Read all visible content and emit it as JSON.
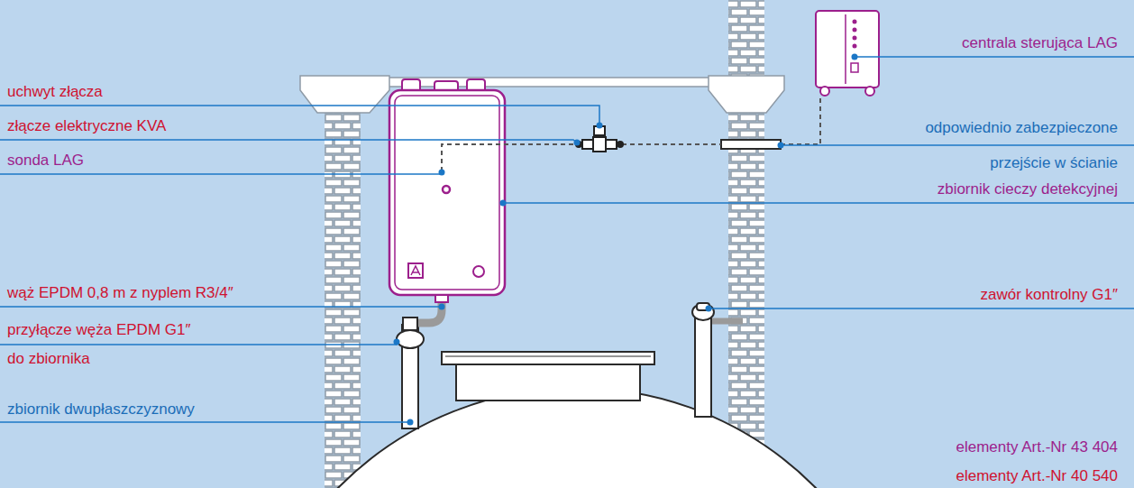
{
  "diagram": {
    "labels": [
      "uchwyt złącza",
      "złącze elektryczne KVA",
      "sonda LAG",
      "wąż EPDM 0,8 m z nyplem R3/4″",
      "przyłącze węża EPDM G1″ do zbiornika",
      "zbiornik dwupłaszczyznowy",
      "centrala sterująca LAG",
      "odpowiednio zabezpieczone przejście w ścianie",
      "zbiornik cieczy detekcyjnej",
      "zawór kontrolny G1″",
      "elementy Art.-Nr 43 404",
      "elementy Art.-Nr 40 540"
    ]
  }
}
